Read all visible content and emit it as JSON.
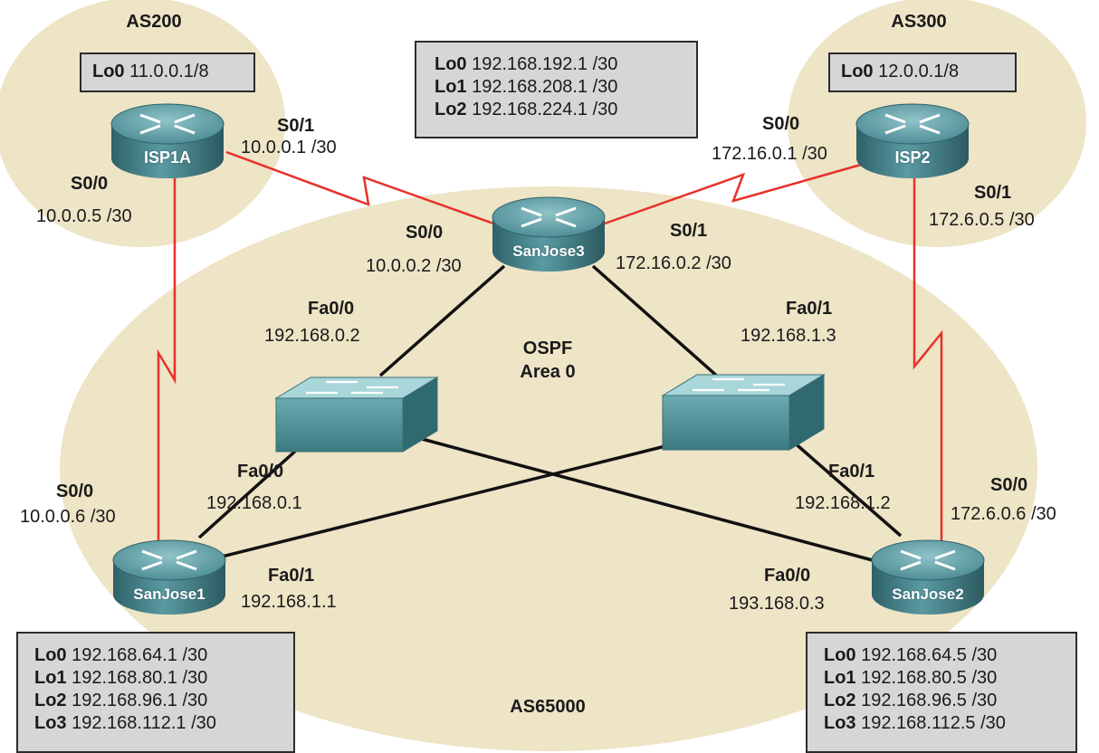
{
  "areas": {
    "as200": "AS200",
    "as300": "AS300",
    "as65000": "AS65000",
    "ospf_line1": "OSPF",
    "ospf_line2": "Area 0"
  },
  "devices": {
    "isp1a": "ISP1A",
    "isp2": "ISP2",
    "sanjose1": "SanJose1",
    "sanjose2": "SanJose2",
    "sanjose3": "SanJose3"
  },
  "loopbacks": {
    "isp1a": [
      {
        "name": "Lo0",
        "addr": "11.0.0.1/8"
      }
    ],
    "isp2": [
      {
        "name": "Lo0",
        "addr": "12.0.0.1/8"
      }
    ],
    "sanjose3": [
      {
        "name": "Lo0",
        "addr": "192.168.192.1 /30"
      },
      {
        "name": "Lo1",
        "addr": "192.168.208.1 /30"
      },
      {
        "name": "Lo2",
        "addr": "192.168.224.1 /30"
      }
    ],
    "sanjose1": [
      {
        "name": "Lo0",
        "addr": "192.168.64.1 /30"
      },
      {
        "name": "Lo1",
        "addr": "192.168.80.1 /30"
      },
      {
        "name": "Lo2",
        "addr": "192.168.96.1 /30"
      },
      {
        "name": "Lo3",
        "addr": "192.168.112.1 /30"
      }
    ],
    "sanjose2": [
      {
        "name": "Lo0",
        "addr": "192.168.64.5 /30"
      },
      {
        "name": "Lo1",
        "addr": "192.168.80.5 /30"
      },
      {
        "name": "Lo2",
        "addr": "192.168.96.5 /30"
      },
      {
        "name": "Lo3",
        "addr": "192.168.112.5 /30"
      }
    ]
  },
  "interfaces": {
    "isp1a_s01": {
      "name": "S0/1",
      "ip": "10.0.0.1 /30"
    },
    "isp1a_s00": {
      "name": "S0/0",
      "ip": "10.0.0.5 /30"
    },
    "sj3_s00": {
      "name": "S0/0",
      "ip": "10.0.0.2 /30"
    },
    "sj3_s01": {
      "name": "S0/1",
      "ip": "172.16.0.2 /30"
    },
    "isp2_s00": {
      "name": "S0/0",
      "ip": "172.16.0.1 /30"
    },
    "isp2_s01": {
      "name": "S0/1",
      "ip": "172.6.0.5 /30"
    },
    "sj3_fa00": {
      "name": "Fa0/0",
      "ip": "192.168.0.2"
    },
    "sj3_fa01": {
      "name": "Fa0/1",
      "ip": "192.168.1.3"
    },
    "sj1_fa00": {
      "name": "Fa0/0",
      "ip": "192.168.0.1"
    },
    "sj1_s00": {
      "name": "S0/0",
      "ip": "10.0.0.6 /30"
    },
    "sj1_fa01": {
      "name": "Fa0/1",
      "ip": "192.168.1.1"
    },
    "sj2_fa01": {
      "name": "Fa0/1",
      "ip": "192.168.1.2"
    },
    "sj2_s00": {
      "name": "S0/0",
      "ip": "172.6.0.6 /30"
    },
    "sj2_fa00": {
      "name": "Fa0/0",
      "ip": "193.168.0.3"
    }
  },
  "colors": {
    "area_fill": "#eee4c6",
    "serial_link": "#e8302a",
    "ethernet_link": "#111111",
    "router_body": "#3f7c84",
    "box_fill": "#d6d6d4"
  },
  "icons": [
    "router-icon",
    "switch-icon"
  ]
}
